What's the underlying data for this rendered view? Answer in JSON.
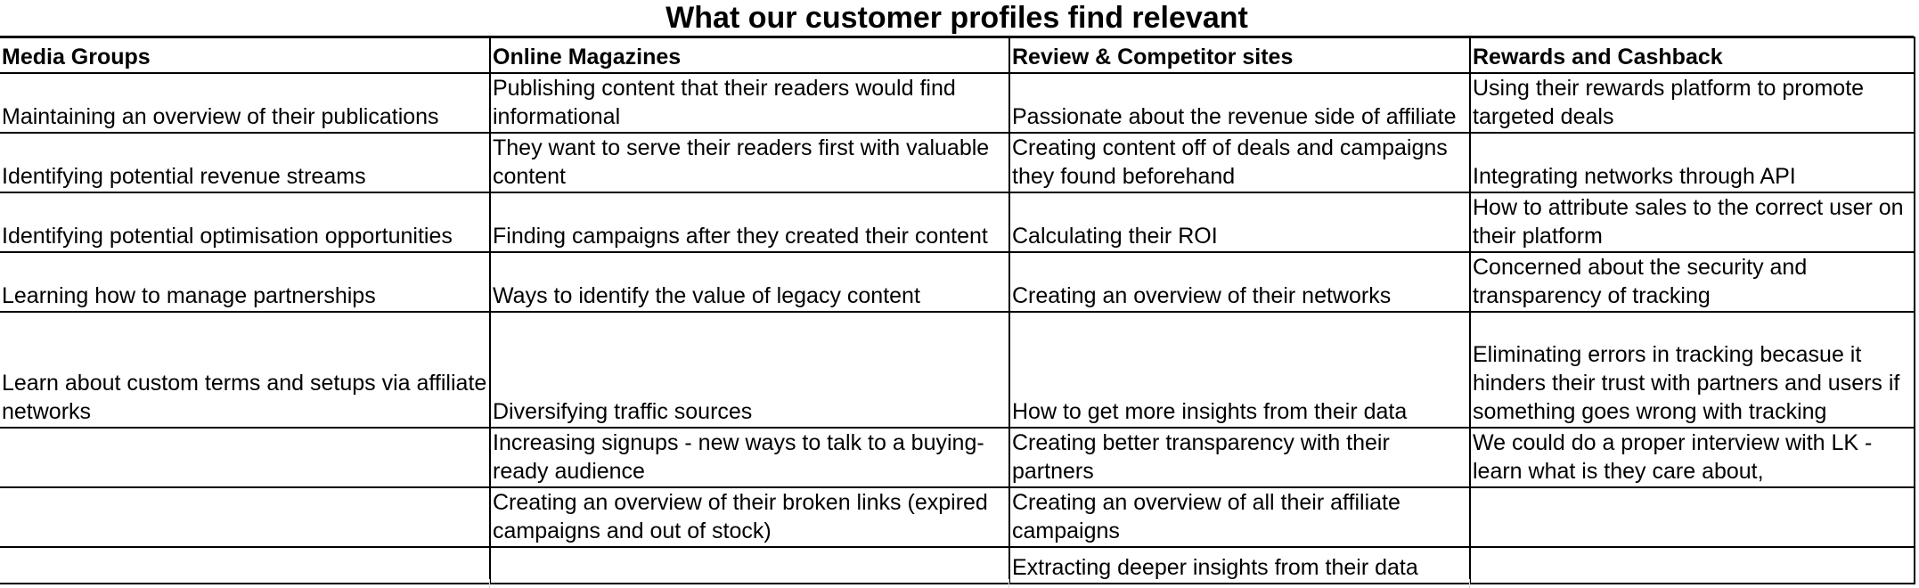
{
  "title": "What our customer profiles find relevant",
  "columns": [
    "Media Groups",
    "Online Magazines",
    "Review & Competitor sites",
    "Rewards and Cashback"
  ],
  "rows": [
    [
      "Maintaining an overview of their publications",
      "Publishing content that their readers would find informational",
      "Passionate about the revenue side of affiliate",
      "Using their rewards platform to promote targeted deals"
    ],
    [
      "Identifying potential revenue streams",
      "They want to serve their readers first with valuable content",
      "Creating content off of deals and campaigns they found beforehand",
      "Integrating networks through API"
    ],
    [
      "Identifying potential optimisation opportunities",
      "Finding campaigns after they created their content",
      "Calculating their ROI",
      "How to attribute sales to the correct user on their platform"
    ],
    [
      "Learning how to manage partnerships",
      "Ways to identify the value of legacy content",
      "Creating an overview of their networks",
      "Concerned about the security and transparency of tracking"
    ],
    [
      "Learn about custom terms and setups via affiliate networks",
      "Diversifying traffic sources",
      "How to get more insights from their data",
      "Eliminating errors in tracking becasue it hinders their trust with partners and users if something goes wrong with tracking"
    ],
    [
      "",
      "Increasing signups - new ways to talk to a buying-ready audience",
      "Creating better transparency with their partners",
      "We could do a proper interview with LK - learn what is they care about,"
    ],
    [
      "",
      "Creating an overview of their broken links (expired campaigns and out of stock)",
      "Creating an overview of all their affiliate campaigns",
      ""
    ],
    [
      "",
      "",
      "Extracting deeper insights from their data",
      ""
    ]
  ]
}
